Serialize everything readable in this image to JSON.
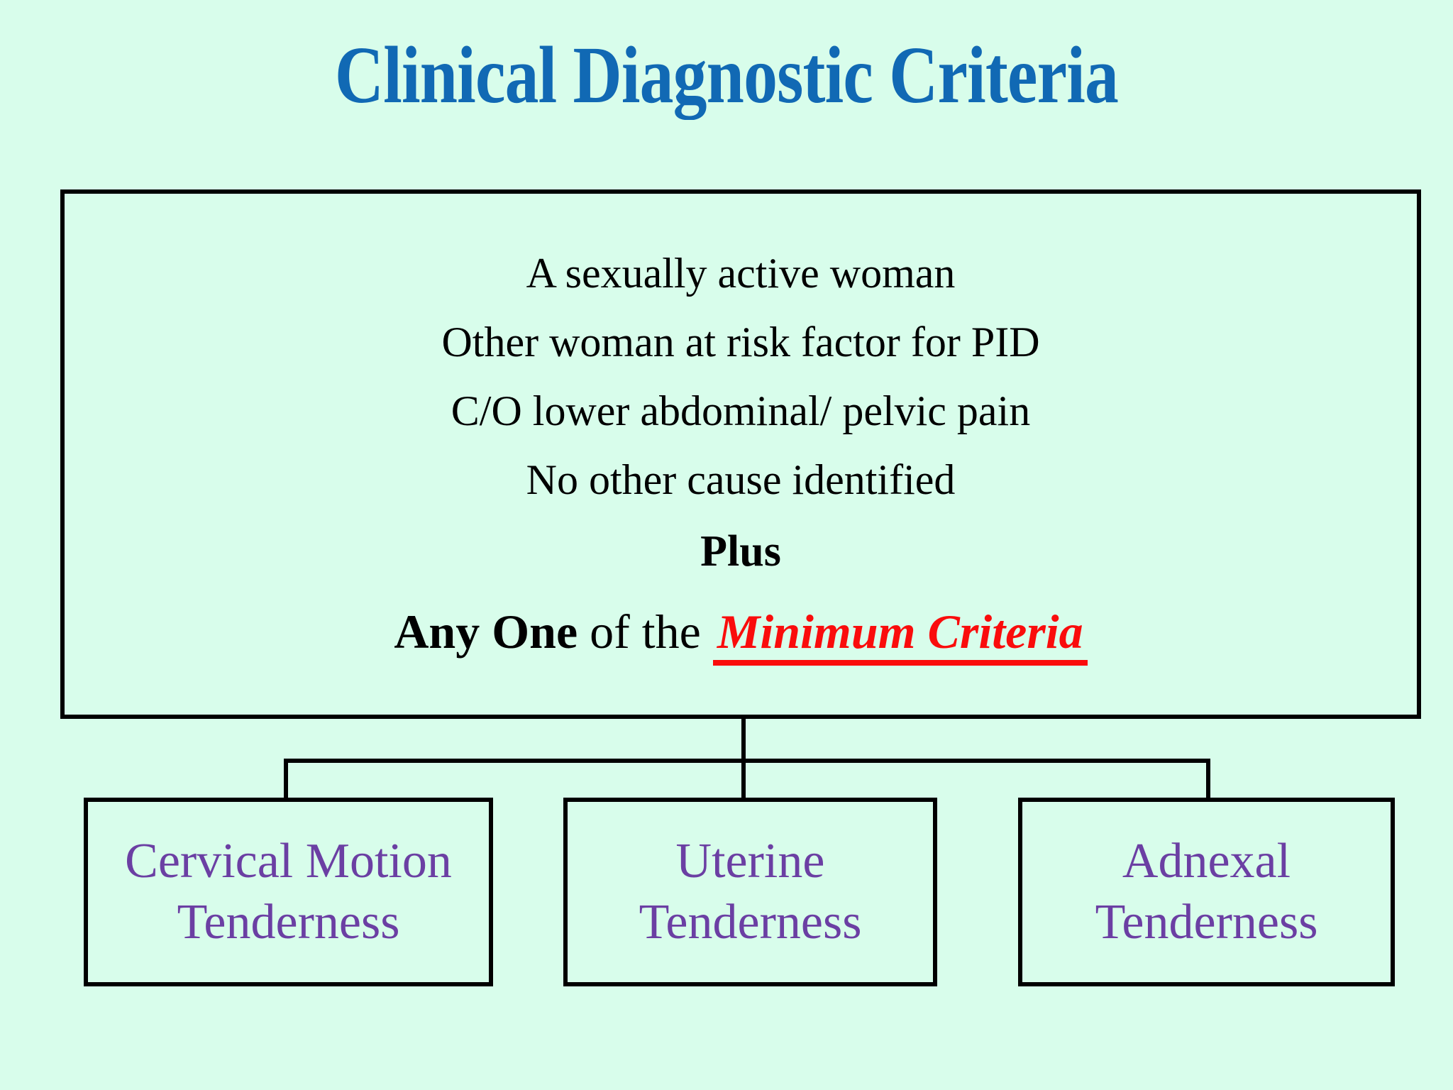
{
  "slide": {
    "title": "Clinical Diagnostic Criteria",
    "criteria_box": {
      "lines": [
        "A sexually active woman",
        "Other woman at risk factor for PID",
        "C/O lower abdominal/ pelvic pain",
        "No other cause identified"
      ],
      "plus_label": "Plus",
      "any_one_bold": "Any One",
      "any_one_rest": " of the ",
      "minimum_criteria_label": "Minimum Criteria"
    },
    "minimum_criteria_boxes": [
      {
        "line1": "Cervical Motion",
        "line2": "Tenderness"
      },
      {
        "line1": "Uterine",
        "line2": "Tenderness"
      },
      {
        "line1": "Adnexal",
        "line2": "Tenderness"
      }
    ],
    "colors": {
      "background": "#d8fdeb",
      "title_blue": "#1169b4",
      "body_black": "#000000",
      "highlight_red": "#fa0c0c",
      "box_text_purple": "#6b3fa3",
      "connector_black": "#000000"
    }
  }
}
